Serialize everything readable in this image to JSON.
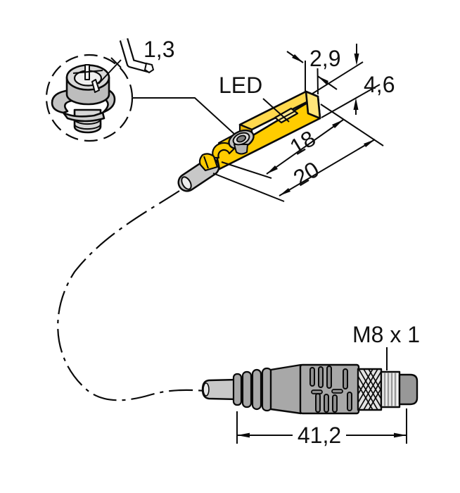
{
  "drawing": {
    "kind": "sensor dimensional drawing",
    "detail_bubble": {
      "hex_key_size": "1,3"
    },
    "sensor": {
      "led_label": "LED",
      "dim_top_width": "2,9",
      "dim_height": "4,6",
      "dim_housing_length": "18",
      "dim_overall_length": "20"
    },
    "connector": {
      "thread_label": "M8 x 1",
      "dim_length": "41,2"
    }
  },
  "colors": {
    "sensor_yellow_front": "#FFCC00",
    "sensor_yellow_top": "#FFD94E",
    "sensor_yellow_end": "#FFE579",
    "cable_gray": "#C8C8C8",
    "connector_gray": "#A8A8A8",
    "knurl_gray": "#E3E3E3",
    "thread_white": "#F4F4F4",
    "tip_gray": "#989898",
    "screw_gray": "#C4C4C4",
    "line_black": "#0A0A0A",
    "background": "#FFFFFF"
  }
}
